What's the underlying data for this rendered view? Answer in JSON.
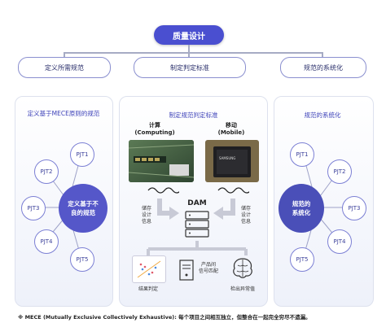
{
  "title": "质量设计",
  "top_branches": [
    "定义所需规范",
    "制定判定标准",
    "规范的系统化"
  ],
  "left_panel": {
    "title": "定义基于MECE原则的规范",
    "center_label": "定义基于不良的规范",
    "items": [
      "PJT1",
      "PJT2",
      "PJT3",
      "PJT4",
      "PJT5"
    ]
  },
  "middle_panel": {
    "title": "制定规范判定标准",
    "chip1_label": "计算\n(Computing)",
    "chip2_label": "移动\n(Mobile)",
    "left_side_label": "储存\n设计\n信息",
    "right_side_label": "储存\n设计\n信息",
    "dam_label": "DAM",
    "bottom_items": [
      "结果判定",
      "产品间\n信号匹配",
      "检出异常值"
    ]
  },
  "right_panel": {
    "title": "规范的系统化",
    "center_label": "规范的\n系统化",
    "items": [
      "PJT1",
      "PJT2",
      "PJT3",
      "PJT4",
      "PJT5"
    ]
  },
  "footnote": "※ MECE (Mutually Exclusive Collectively Exhaustive): 每个项目之间相互独立，但整合在一起完全穷尽不遗漏。",
  "colors": {
    "accent": "#4a4fd0",
    "pill_border": "#8a8fcf",
    "center": "#5557c9"
  },
  "icons": [
    "arrow-down-icon",
    "wave-icon",
    "database-icon",
    "server-icon",
    "chart-icon",
    "brain-icon"
  ]
}
